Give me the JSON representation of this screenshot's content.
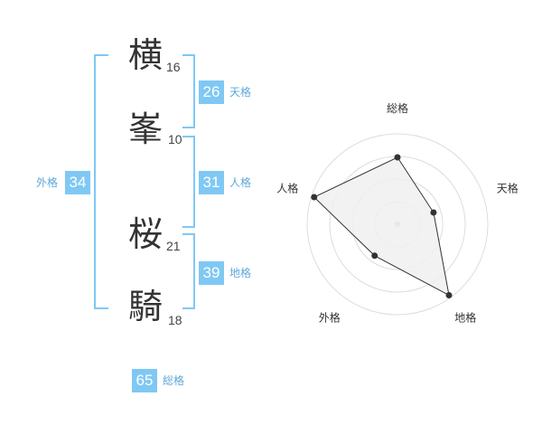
{
  "name_chars": [
    {
      "char": "横",
      "strokes": "16"
    },
    {
      "char": "峯",
      "strokes": "10"
    },
    {
      "char": "桜",
      "strokes": "21"
    },
    {
      "char": "騎",
      "strokes": "18"
    }
  ],
  "scores": {
    "tenkaku": {
      "value": "26",
      "label": "天格"
    },
    "jinkaku": {
      "value": "31",
      "label": "人格"
    },
    "chikaku": {
      "value": "39",
      "label": "地格"
    },
    "gaikaku": {
      "value": "34",
      "label": "外格"
    },
    "soukaku": {
      "value": "65",
      "label": "総格"
    }
  },
  "chart_data": {
    "type": "radar",
    "axes": [
      "総格",
      "天格",
      "地格",
      "外格",
      "人格"
    ],
    "values": [
      0.74,
      0.42,
      0.97,
      0.43,
      0.97
    ],
    "range": [
      0,
      1
    ],
    "rings": 4,
    "colors": {
      "fill": "#f0f0f0",
      "line": "#333333",
      "grid": "#dddddd",
      "center": "#bbbbbb"
    }
  }
}
